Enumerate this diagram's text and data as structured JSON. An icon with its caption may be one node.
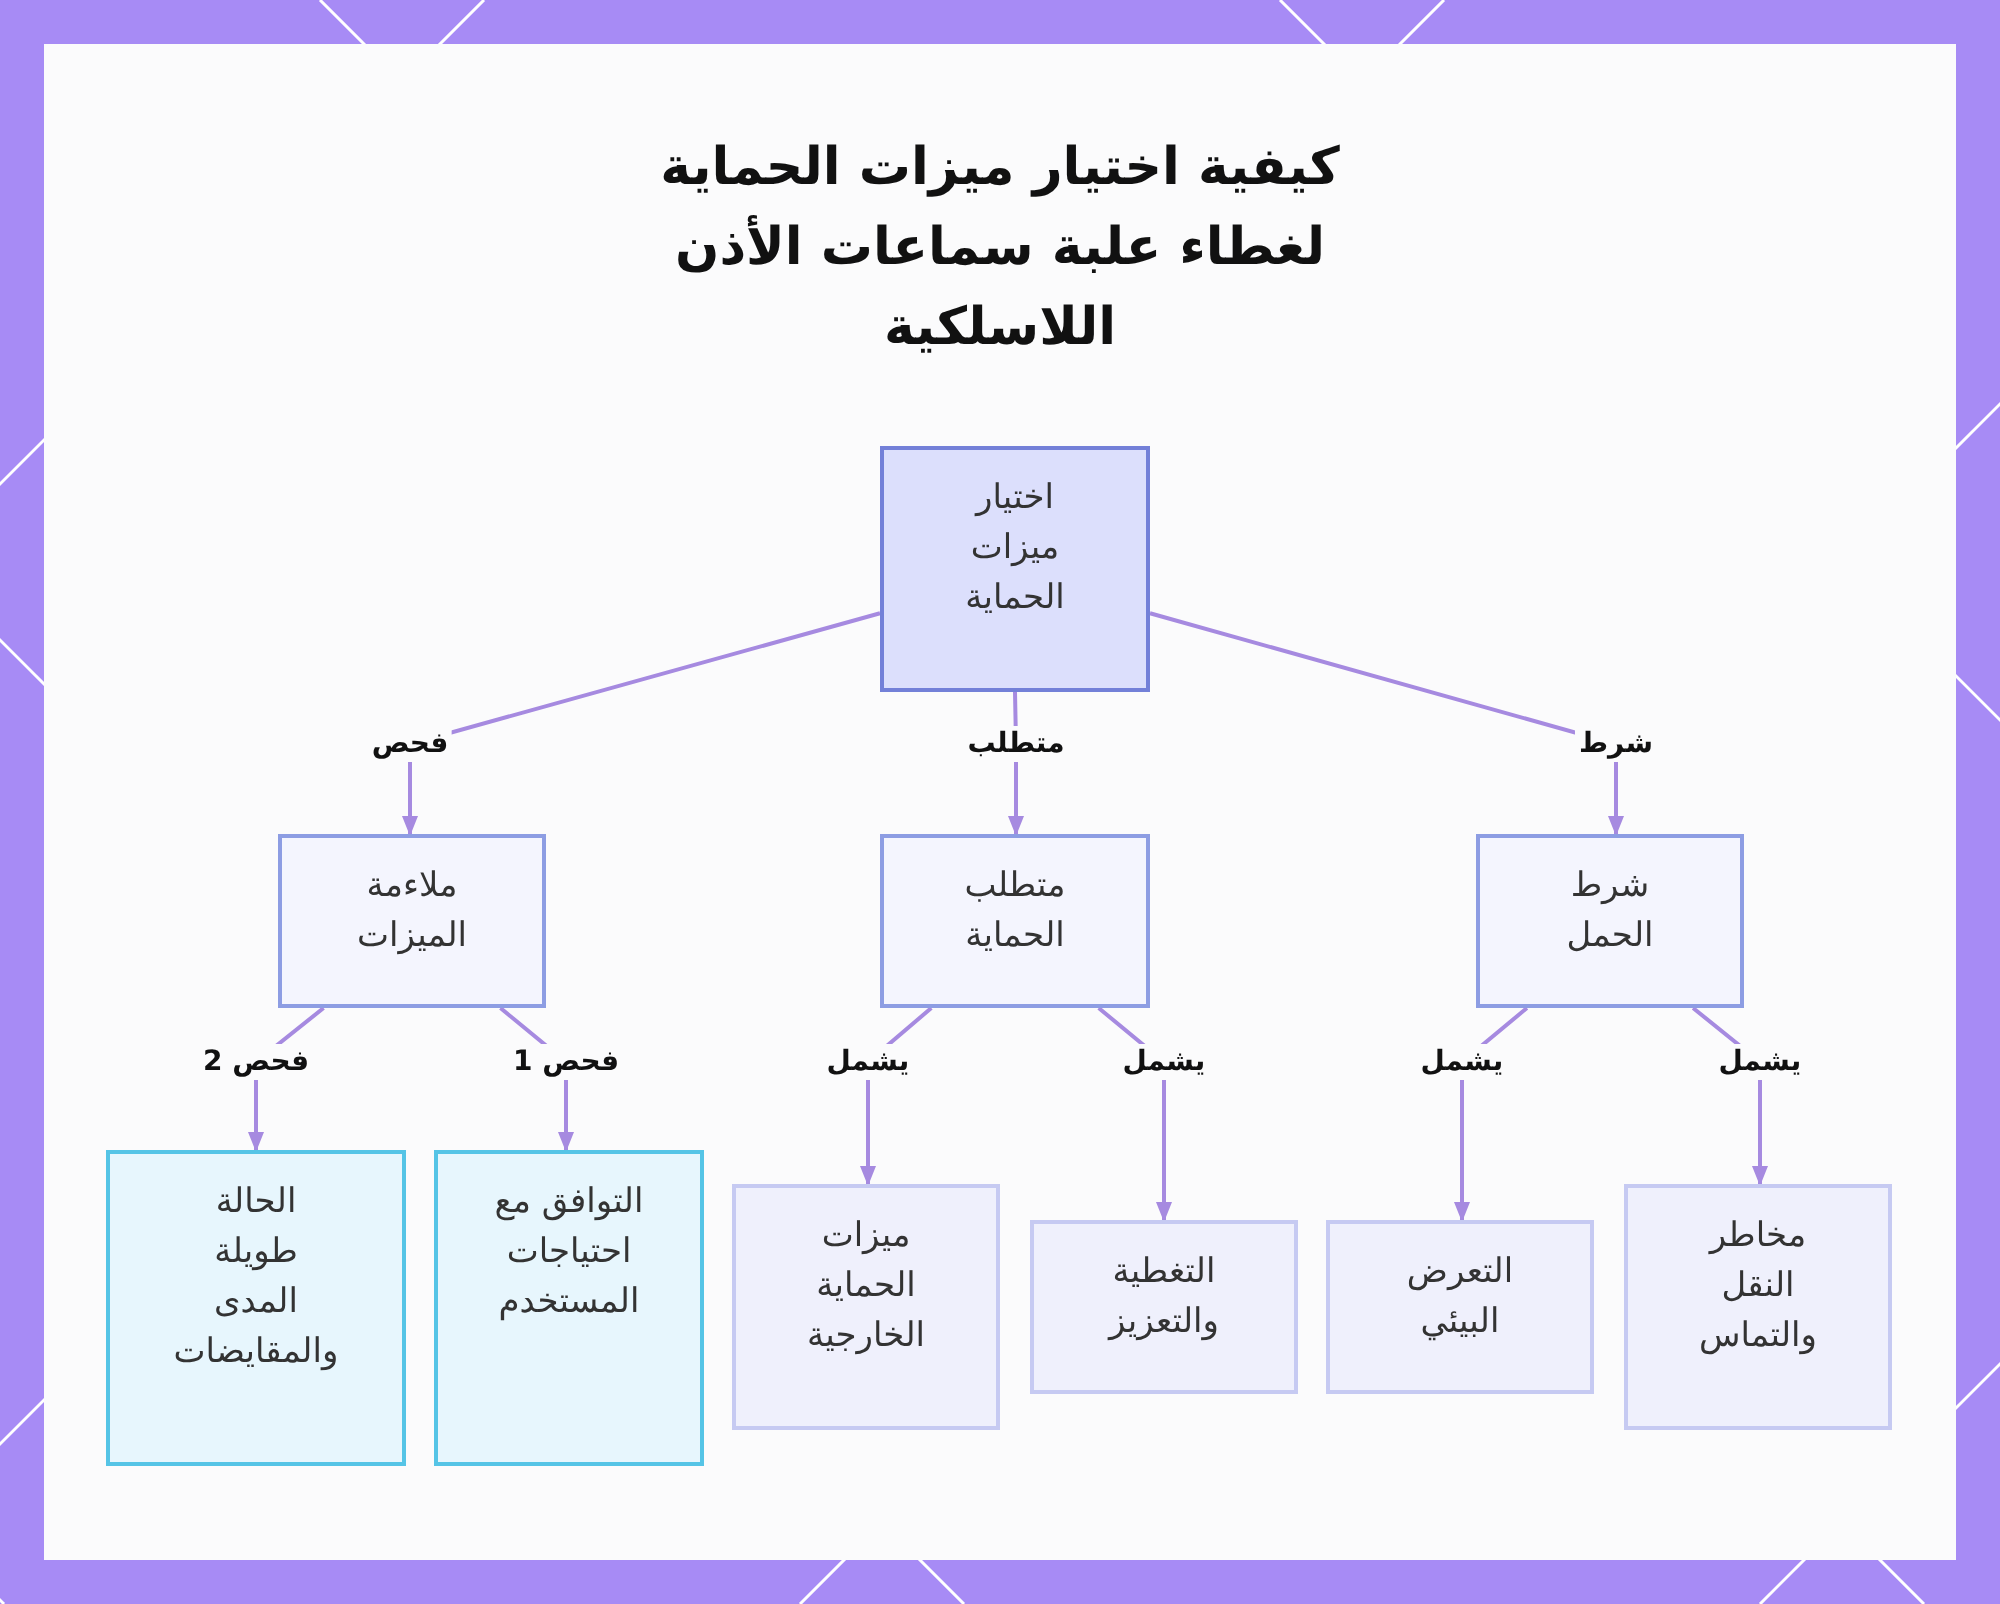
{
  "diagram": {
    "title": "كيفية اختيار ميزات الحماية لغطاء علبة سماعات الأذن اللاسلكية",
    "nodes": [
      {
        "text": [
          "اختيار ميزات الحماية"
        ]
      },
      {
        "text": [
          "ملاءمة الميزات"
        ]
      },
      {
        "text": [
          "متطلب الحماية"
        ]
      },
      {
        "text": [
          "شرط الحمل"
        ]
      },
      {
        "text": [
          "الحالة طويلة المدى والمقايضات"
        ]
      },
      {
        "text": [
          "التوافق مع احتياجات المستخدم"
        ]
      },
      {
        "text": [
          "ميزات الحماية الخارجية"
        ]
      },
      {
        "text": [
          "التغطية والتعزيز"
        ]
      },
      {
        "text": [
          "التعرض البيئي"
        ]
      },
      {
        "text": [
          "مخاطر النقل والتماس"
        ]
      }
    ],
    "edges": [
      {
        "from": 0,
        "to": 1,
        "arrow": "to",
        "label": "فحص"
      },
      {
        "from": 0,
        "to": 2,
        "arrow": "to",
        "label": "متطلب"
      },
      {
        "from": 0,
        "to": 3,
        "arrow": "to",
        "label": "شرط"
      },
      {
        "from": 1,
        "to": 4,
        "arrow": "to",
        "label": "فحص 2"
      },
      {
        "from": 1,
        "to": 5,
        "arrow": "to",
        "label": "فحص 1"
      },
      {
        "from": 2,
        "to": 6,
        "arrow": "to",
        "label": "يشمل"
      },
      {
        "from": 2,
        "to": 7,
        "arrow": "to",
        "label": "يشمل"
      },
      {
        "from": 3,
        "to": 8,
        "arrow": "to",
        "label": "يشمل"
      },
      {
        "from": 3,
        "to": 9,
        "arrow": "to",
        "label": "يشمل"
      }
    ]
  }
}
